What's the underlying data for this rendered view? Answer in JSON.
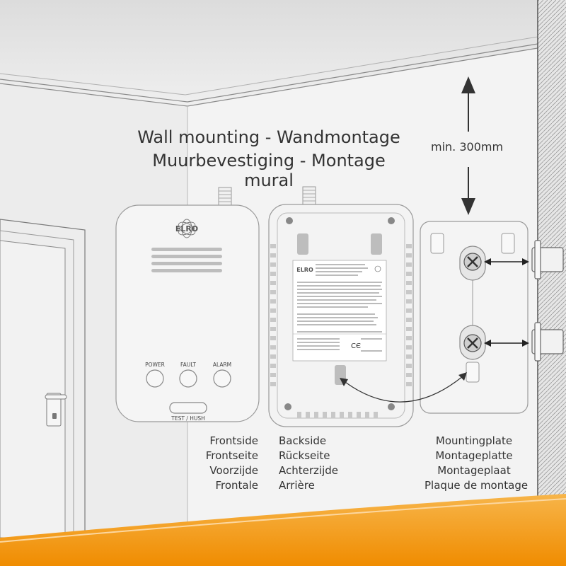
{
  "title": {
    "line1": "Wall mounting - Wandmontage",
    "line2": "Muurbevestiging - Montage mural"
  },
  "clearance": "min. 300mm",
  "device_logo": "ELRO",
  "front_buttons": [
    "POWER",
    "FAULT",
    "ALARM"
  ],
  "test_hush": "TEST / HUSH",
  "labels": {
    "frontside": [
      "Frontside",
      "Frontseite",
      "Voorzijde",
      "Frontale"
    ],
    "backside": [
      "Backside",
      "Rückseite",
      "Achterzijde",
      "Arrière"
    ],
    "mountingplate": [
      "Mountingplate",
      "Montageplatte",
      "Montageplaat",
      "Plaque de montage"
    ]
  },
  "colors": {
    "wall": "#f0f0f0",
    "ceiling": "#e2e2e2",
    "device": "#f4f4f4",
    "outline": "#9a9a9a",
    "accent_orange": "#f39200",
    "text": "#333333"
  }
}
